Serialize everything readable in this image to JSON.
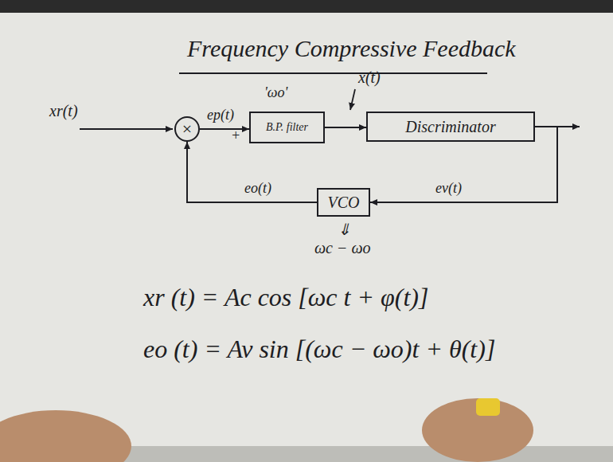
{
  "diagram": {
    "title": "Frequency Compressive Feedback",
    "nodes": [
      {
        "text": [
          "×"
        ]
      },
      {
        "text": [
          "B.P. filter"
        ]
      },
      {
        "text": [
          "Discriminator"
        ]
      },
      {
        "text": [
          "VCO"
        ]
      }
    ],
    "edges": [
      {
        "from": 0,
        "to": 1,
        "arrow": "to",
        "label": "ep(t)"
      },
      {
        "from": 1,
        "to": 2,
        "arrow": "to"
      },
      {
        "from": 2,
        "to": 3,
        "arrow": "to",
        "label": "ev(t)"
      },
      {
        "from": 3,
        "to": 0,
        "arrow": "to",
        "label": "eo(t)"
      }
    ],
    "labels": [
      "xr(t)",
      "+",
      "'ωo'",
      "x(t)",
      "⇓",
      "ωc − ωo",
      "xr (t)  =  Ac cos [ωc t + φ(t)]",
      "eo (t)  =  Av sin [(ωc − ωo)t + θ(t)]"
    ]
  }
}
